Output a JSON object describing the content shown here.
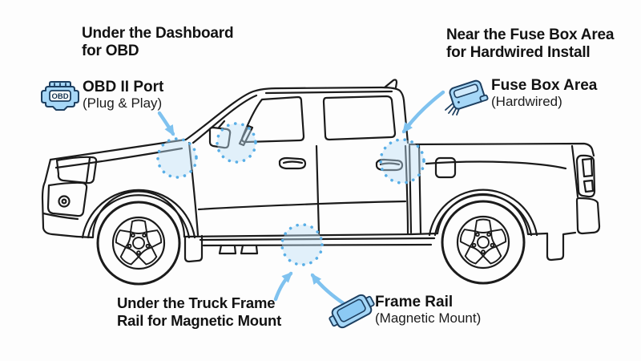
{
  "colors": {
    "background": "#fdfdfd",
    "text": "#121212",
    "truck_line": "#1b1b1b",
    "arrow_blue": "#7fc2ef",
    "highlight_dot_stroke": "#58aee6",
    "highlight_fill": "#bfe1f6",
    "icon_fill": "#a6d7f7",
    "icon_fill_dark": "#8ccaf4",
    "icon_fill_light": "#cfe9fb",
    "icon_stroke": "#1d3f60"
  },
  "annotations": {
    "obd": {
      "heading_line1": "Under the Dashboard",
      "heading_line2": "for OBD",
      "title": "OBD II Port",
      "subtitle": "(Plug & Play)",
      "icon": "obd-connector",
      "icon_text": "OBD"
    },
    "fuse": {
      "heading_line1": "Near the Fuse Box Area",
      "heading_line2": "for Hardwired Install",
      "title": "Fuse Box Area",
      "subtitle": "(Hardwired)",
      "icon": "fuse-box-device"
    },
    "frame": {
      "heading_line1": "Under the Truck Frame",
      "heading_line2": "Rail for Magnetic Mount",
      "title": "Frame Rail",
      "subtitle": "(Magnetic Mount)",
      "icon": "magnetic-mount-device"
    }
  },
  "diagram": {
    "subject": "pickup-truck-side-view-line-drawing",
    "highlight_spots": [
      "dashboard-cowl",
      "mirror-dashboard-through-window",
      "rear-door-fuse-area",
      "frame-rail-underbody"
    ]
  }
}
